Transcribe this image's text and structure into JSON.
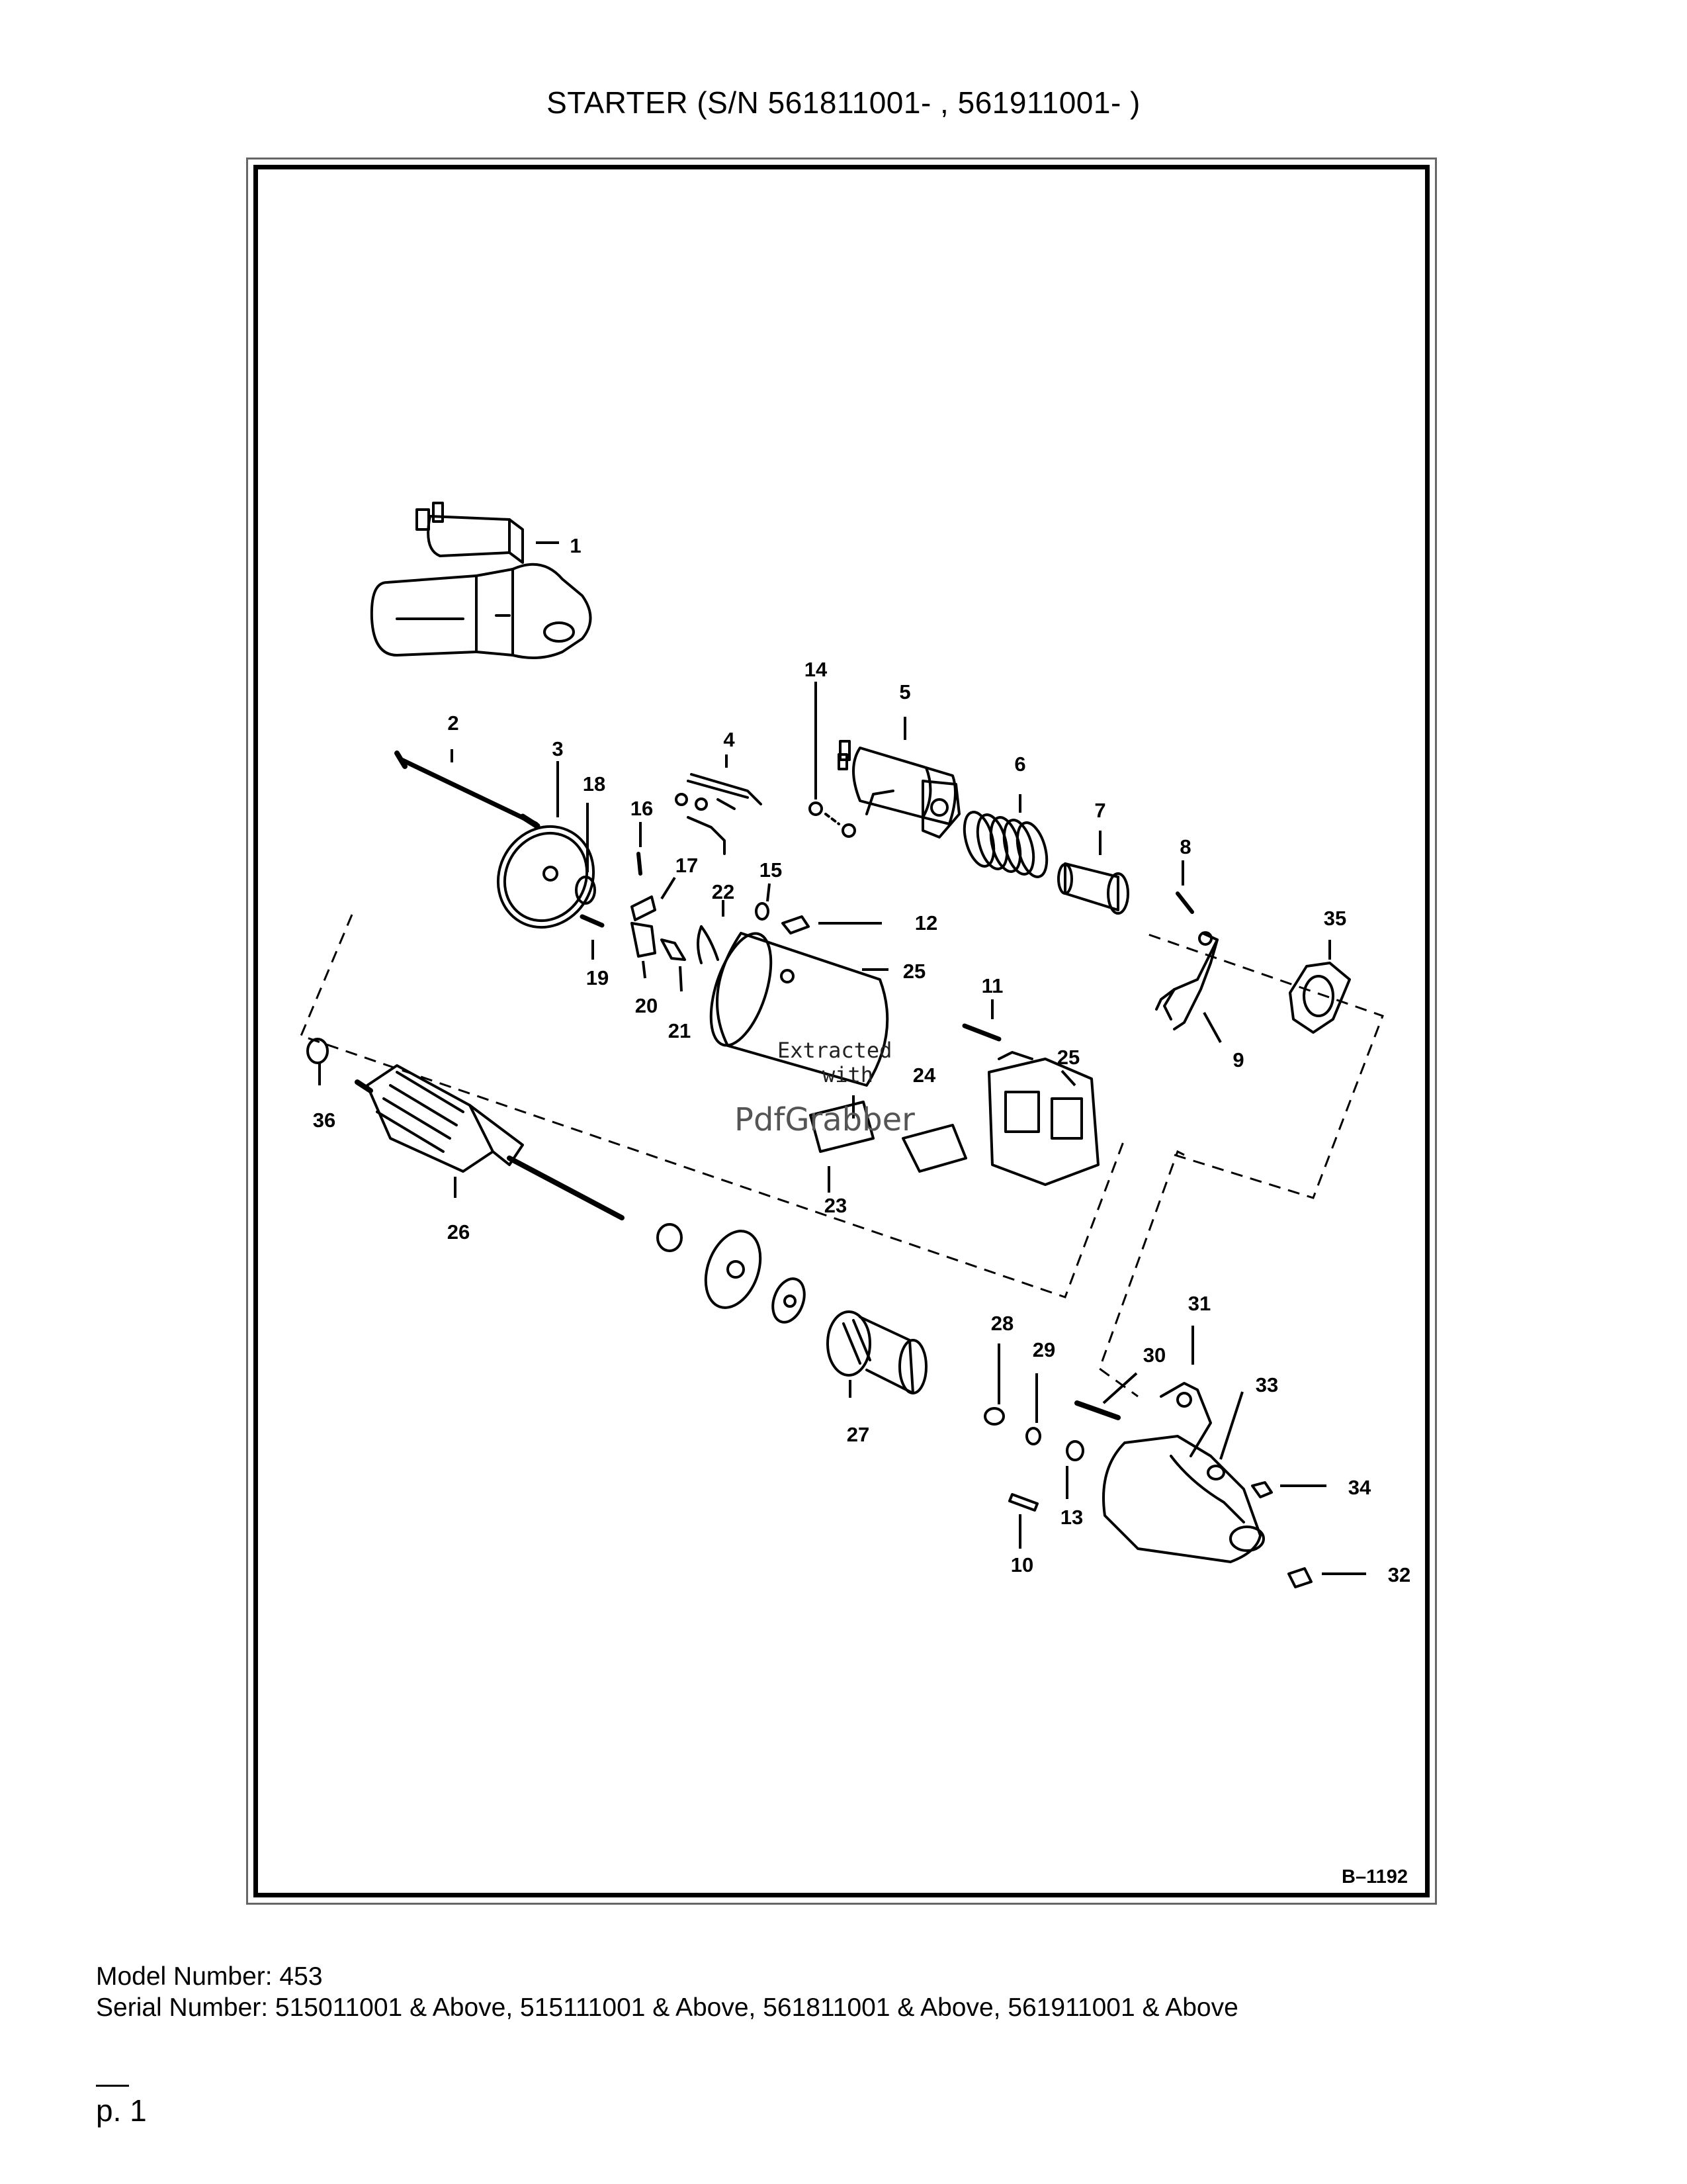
{
  "page": {
    "title": "STARTER (S/N 561811001- , 561911001- )",
    "model_number": "Model Number: 453",
    "serial_number": "Serial Number: 515011001 & Above, 515111001 & Above, 561811001 & Above, 561911001 & Above",
    "page_number": "p. 1"
  },
  "figure": {
    "code": "B–1192",
    "watermark_line1": "Extracted",
    "watermark_line2": "with",
    "watermark_brand": "PdfGrabber"
  },
  "callouts": [
    "1",
    "2",
    "3",
    "4",
    "5",
    "6",
    "7",
    "8",
    "9",
    "10",
    "11",
    "12",
    "13",
    "14",
    "15",
    "16",
    "17",
    "18",
    "19",
    "20",
    "21",
    "22",
    "23",
    "24",
    "25",
    "25",
    "26",
    "27",
    "28",
    "29",
    "30",
    "31",
    "32",
    "33",
    "34",
    "35",
    "36"
  ],
  "colors": {
    "ink": "#000000",
    "frame": "#000000",
    "background": "#ffffff"
  }
}
